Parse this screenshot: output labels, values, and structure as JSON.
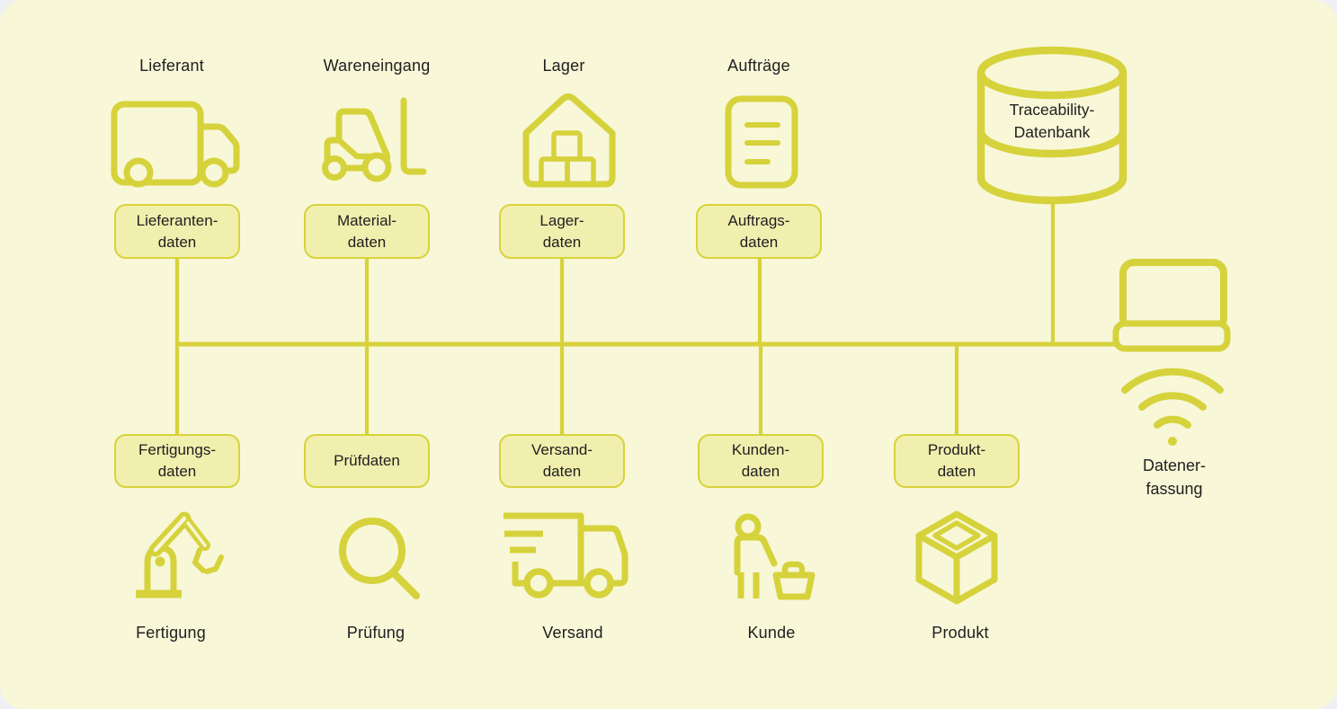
{
  "palette": {
    "page": "#eef0f5",
    "background": "#f8f7d8",
    "stroke": "#d6d23b",
    "box_fill": "#f1efae",
    "box_border": "#d7d33a",
    "ink": "#202020"
  },
  "stations": [
    {
      "label": "Lieferant",
      "icon": "truck-icon"
    },
    {
      "label": "Wareneingang",
      "icon": "forklift-icon"
    },
    {
      "label": "Lager",
      "icon": "warehouse-icon"
    },
    {
      "label": "Aufträge",
      "icon": "order-document-icon"
    }
  ],
  "top_data_boxes": [
    {
      "lines": [
        "Lieferanten-",
        "daten"
      ]
    },
    {
      "lines": [
        "Material-",
        "daten"
      ]
    },
    {
      "lines": [
        "Lager-",
        "daten"
      ]
    },
    {
      "lines": [
        "Auftrags-",
        "daten"
      ]
    }
  ],
  "bottom_data_boxes": [
    {
      "lines": [
        "Fertigungs-",
        "daten"
      ]
    },
    {
      "lines": [
        "Prüfdaten"
      ]
    },
    {
      "lines": [
        "Versand-",
        "daten"
      ]
    },
    {
      "lines": [
        "Kunden-",
        "daten"
      ]
    },
    {
      "lines": [
        "Produkt-",
        "daten"
      ]
    }
  ],
  "processes": [
    {
      "label": "Fertigung",
      "icon": "robot-arm-icon"
    },
    {
      "label": "Prüfung",
      "icon": "magnifier-icon"
    },
    {
      "label": "Versand",
      "icon": "delivery-truck-icon"
    },
    {
      "label": "Kunde",
      "icon": "customer-icon"
    },
    {
      "label": "Produkt",
      "icon": "package-icon"
    }
  ],
  "database": {
    "lines": [
      "Traceability-",
      "Datenbank"
    ],
    "icon": "database-cylinder-icon"
  },
  "data_capture": {
    "lines": [
      "Datener-",
      "fassung"
    ],
    "icons": [
      "laptop-icon",
      "wifi-icon"
    ]
  }
}
